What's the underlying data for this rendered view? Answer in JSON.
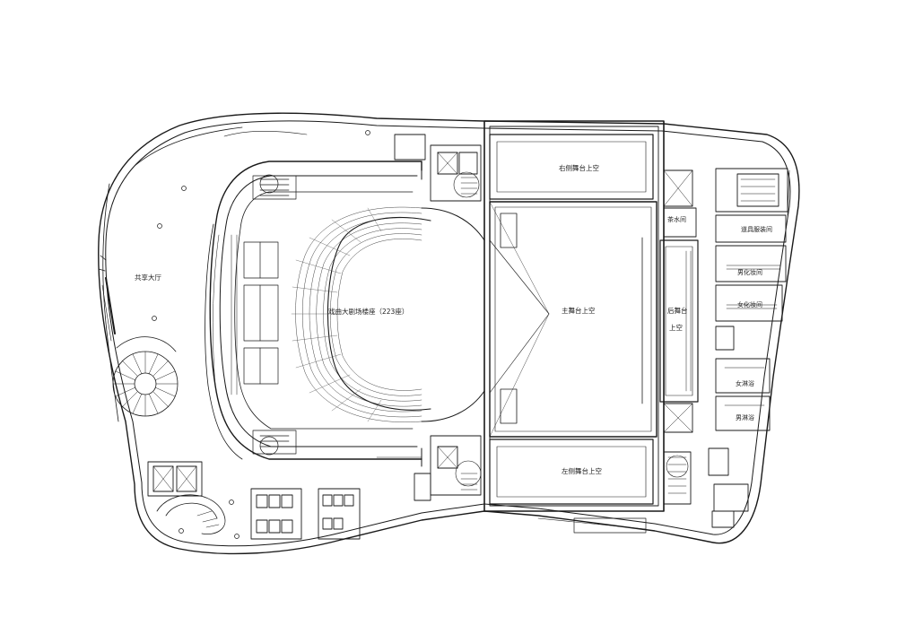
{
  "labels": {
    "atrium": "共享大厅",
    "auditorium": "戏曲大剧场楼座（223座）",
    "right_side_stage": "右侧舞台上空",
    "main_stage": "主舞台上空",
    "left_side_stage": "左侧舞台上空",
    "rear_stage_top": "后舞台",
    "rear_stage_bottom": "上空",
    "tea_room": "茶水间",
    "props_wardrobe": "道具服装间",
    "male_dressing": "男化妆间",
    "female_dressing": "女化妆间",
    "female_shower": "女淋浴",
    "male_shower": "男淋浴"
  },
  "colors": {
    "line": "#1a1a1a",
    "thin_line": "#555555",
    "background": "#ffffff"
  }
}
